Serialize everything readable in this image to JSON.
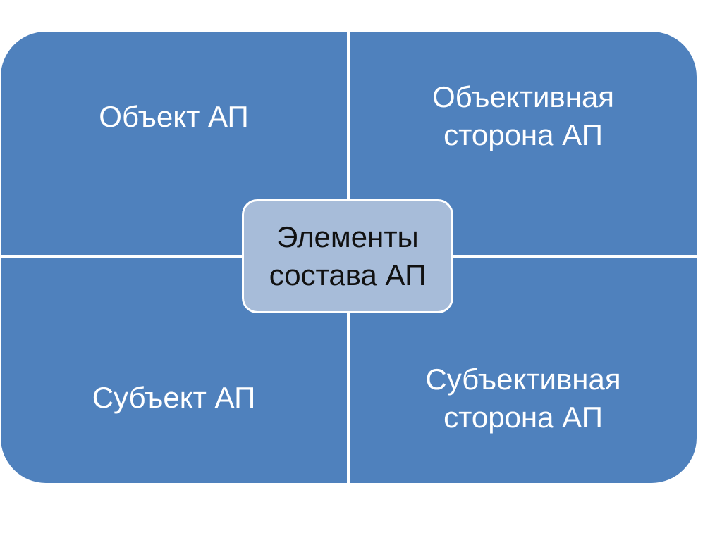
{
  "diagram": {
    "top_left": {
      "lines": [
        "Объект АП"
      ]
    },
    "top_right": {
      "lines": [
        "Объективная",
        "сторона АП"
      ]
    },
    "bottom_left": {
      "lines": [
        "Субъект АП"
      ]
    },
    "bottom_right": {
      "lines": [
        "Субъективная",
        "сторона АП"
      ]
    },
    "center": {
      "lines": [
        "Элементы",
        "состава АП"
      ]
    }
  },
  "colors": {
    "quadrant_fill": "#4f81bd",
    "center_fill": "#a7bcd9",
    "divider": "#ffffff",
    "quadrant_text": "#ffffff",
    "center_text": "#111111"
  }
}
